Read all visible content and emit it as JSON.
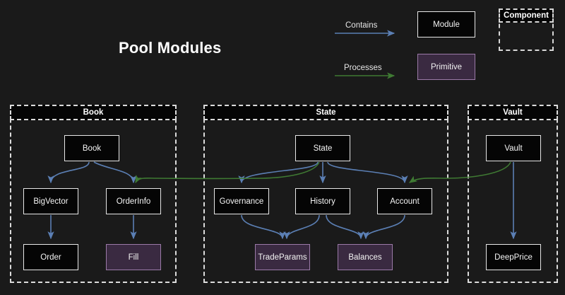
{
  "title": "Pool Modules",
  "colors": {
    "background": "#1a1a1a",
    "module_fill": "#050505",
    "module_border": "#e8e8e8",
    "primitive_fill": "#3a2a41",
    "primitive_border": "#9b7aa8",
    "contains_edge": "#5b7fb4",
    "processes_edge": "#3f7a33",
    "container_border": "#dcdcdc",
    "text": "#f4f4f4"
  },
  "legend": {
    "contains_label": "Contains",
    "processes_label": "Processes",
    "module_label": "Module",
    "primitive_label": "Primitive",
    "component_label": "Component"
  },
  "containers": [
    {
      "id": "book",
      "label": "Book",
      "nodes": [
        {
          "id": "book-node",
          "label": "Book",
          "type": "module"
        },
        {
          "id": "bigvector",
          "label": "BigVector",
          "type": "module"
        },
        {
          "id": "orderinfo",
          "label": "OrderInfo",
          "type": "module"
        },
        {
          "id": "order",
          "label": "Order",
          "type": "module"
        },
        {
          "id": "fill",
          "label": "Fill",
          "type": "primitive"
        }
      ]
    },
    {
      "id": "state",
      "label": "State",
      "nodes": [
        {
          "id": "state-node",
          "label": "State",
          "type": "module"
        },
        {
          "id": "governance",
          "label": "Governance",
          "type": "module"
        },
        {
          "id": "history",
          "label": "History",
          "type": "module"
        },
        {
          "id": "account",
          "label": "Account",
          "type": "module"
        },
        {
          "id": "tradeparams",
          "label": "TradeParams",
          "type": "primitive"
        },
        {
          "id": "balances",
          "label": "Balances",
          "type": "primitive"
        }
      ]
    },
    {
      "id": "vault",
      "label": "Vault",
      "nodes": [
        {
          "id": "vault-node",
          "label": "Vault",
          "type": "module"
        },
        {
          "id": "deepprice",
          "label": "DeepPrice",
          "type": "module"
        }
      ]
    }
  ],
  "edges": [
    {
      "from": "book-node",
      "to": "bigvector",
      "kind": "contains"
    },
    {
      "from": "book-node",
      "to": "orderinfo",
      "kind": "contains"
    },
    {
      "from": "bigvector",
      "to": "order",
      "kind": "contains"
    },
    {
      "from": "orderinfo",
      "to": "fill",
      "kind": "contains"
    },
    {
      "from": "state-node",
      "to": "governance",
      "kind": "contains"
    },
    {
      "from": "state-node",
      "to": "history",
      "kind": "contains"
    },
    {
      "from": "state-node",
      "to": "account",
      "kind": "contains"
    },
    {
      "from": "governance",
      "to": "tradeparams",
      "kind": "contains"
    },
    {
      "from": "history",
      "to": "tradeparams",
      "kind": "contains"
    },
    {
      "from": "history",
      "to": "balances",
      "kind": "contains"
    },
    {
      "from": "account",
      "to": "balances",
      "kind": "contains"
    },
    {
      "from": "vault-node",
      "to": "deepprice",
      "kind": "contains"
    },
    {
      "from": "vault-node",
      "to": "account",
      "kind": "processes"
    },
    {
      "from": "state-node",
      "to": "orderinfo",
      "kind": "processes"
    }
  ]
}
